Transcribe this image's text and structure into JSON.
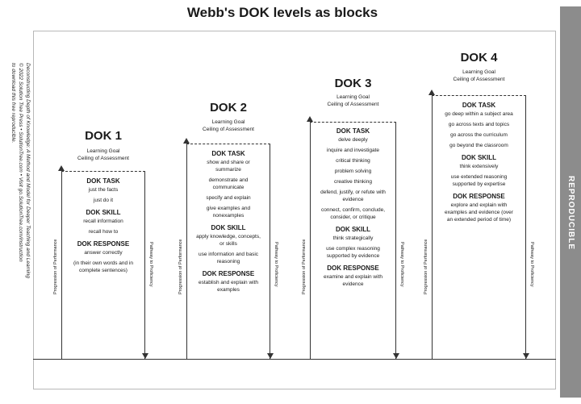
{
  "title": "Webb's DOK levels as blocks",
  "credit_lines": [
    "Deconstructing Depth of Knowledge: A Method and Model for Deeper Teaching and Learning",
    "© 2022 Solution Tree Press • SolutionTree.com • Visit go.SolutionTree.com/instruction",
    "to download this free reproducible."
  ],
  "reproducible_label": "REPRODUCIBLE",
  "left_axis_label": "Progression of Performance",
  "right_axis_label": "Pathway to Proficiency",
  "levels": [
    {
      "heading": "DOK 1",
      "goal": [
        "Learning Goal",
        "Ceiling of Assessment"
      ],
      "sections": [
        {
          "header": "DOK TASK",
          "items": [
            "just the facts",
            "just do it"
          ]
        },
        {
          "header": "DOK SKILL",
          "items": [
            "recall information",
            "recall how to"
          ]
        },
        {
          "header": "DOK RESPONSE",
          "items": [
            "answer correctly",
            "(in their own words and in complete sentences)"
          ]
        }
      ]
    },
    {
      "heading": "DOK 2",
      "goal": [
        "Learning Goal",
        "Ceiling of Assessment"
      ],
      "sections": [
        {
          "header": "DOK TASK",
          "items": [
            "show and share or summarize",
            "demonstrate and communicate",
            "specify and explain",
            "give examples and nonexamples"
          ]
        },
        {
          "header": "DOK SKILL",
          "items": [
            "apply knowledge, concepts, or skills",
            "use information and basic reasoning"
          ]
        },
        {
          "header": "DOK RESPONSE",
          "items": [
            "establish and explain with examples"
          ]
        }
      ]
    },
    {
      "heading": "DOK 3",
      "goal": [
        "Learning Goal",
        "Ceiling of Assessment"
      ],
      "sections": [
        {
          "header": "DOK TASK",
          "items": [
            "delve deeply",
            "inquire and investigate",
            "critical thinking",
            "problem solving",
            "creative thinking",
            "defend, justify, or refute with evidence",
            "connect, confirm, conclude, consider, or critique"
          ]
        },
        {
          "header": "DOK SKILL",
          "items": [
            "think strategically",
            "use complex reasoning supported by evidence"
          ]
        },
        {
          "header": "DOK RESPONSE",
          "items": [
            "examine and explain with evidence"
          ]
        }
      ]
    },
    {
      "heading": "DOK 4",
      "goal": [
        "Learning Goal",
        "Ceiling of Assessment"
      ],
      "sections": [
        {
          "header": "DOK TASK",
          "items": [
            "go deep within a subject area",
            "go across texts and topics",
            "go across the curriculum",
            "go beyond the classroom"
          ]
        },
        {
          "header": "DOK SKILL",
          "items": [
            "think extensively",
            "use extended reasoning supported by expertise"
          ]
        },
        {
          "header": "DOK RESPONSE",
          "items": [
            "explore and explain with examples and evidence (over an extended period of time)"
          ]
        }
      ]
    }
  ]
}
